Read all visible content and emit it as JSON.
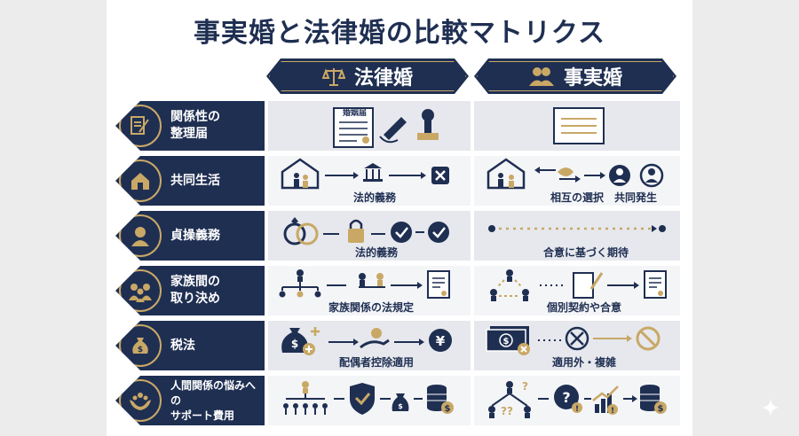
{
  "title": "事実婚と法律婚の比較マトリクス",
  "columns": [
    {
      "label": "法律婚",
      "icon": "scales-icon"
    },
    {
      "label": "事実婚",
      "icon": "couple-icon"
    }
  ],
  "rows": [
    {
      "label": "関係性の\n整理届",
      "icon": "document-pen-icon",
      "legal_caption": "",
      "legal_doc": "婚姻届",
      "common_caption": ""
    },
    {
      "label": "共同生活",
      "icon": "house-icon",
      "legal_caption": "法的義務",
      "common_caption": "相互の選択　共同発生"
    },
    {
      "label": "貞操義務",
      "icon": "person-icon",
      "legal_caption": "法的義務",
      "common_caption": "合意に基づく期待"
    },
    {
      "label": "家族間の\n取り決め",
      "icon": "family-icon",
      "legal_caption": "家族関係の法規定",
      "common_caption": "個別契約や合意"
    },
    {
      "label": "税法",
      "icon": "money-bag-icon",
      "legal_caption": "配偶者控除適用",
      "common_caption": "適用外・複雑"
    },
    {
      "label": "人間関係の悩みへの\nサポート費用",
      "icon": "support-hands-icon",
      "legal_caption": "",
      "common_caption": ""
    }
  ],
  "colors": {
    "navy": "#1f2f52",
    "gold": "#c9a866",
    "gray": "#e6e8ed"
  }
}
